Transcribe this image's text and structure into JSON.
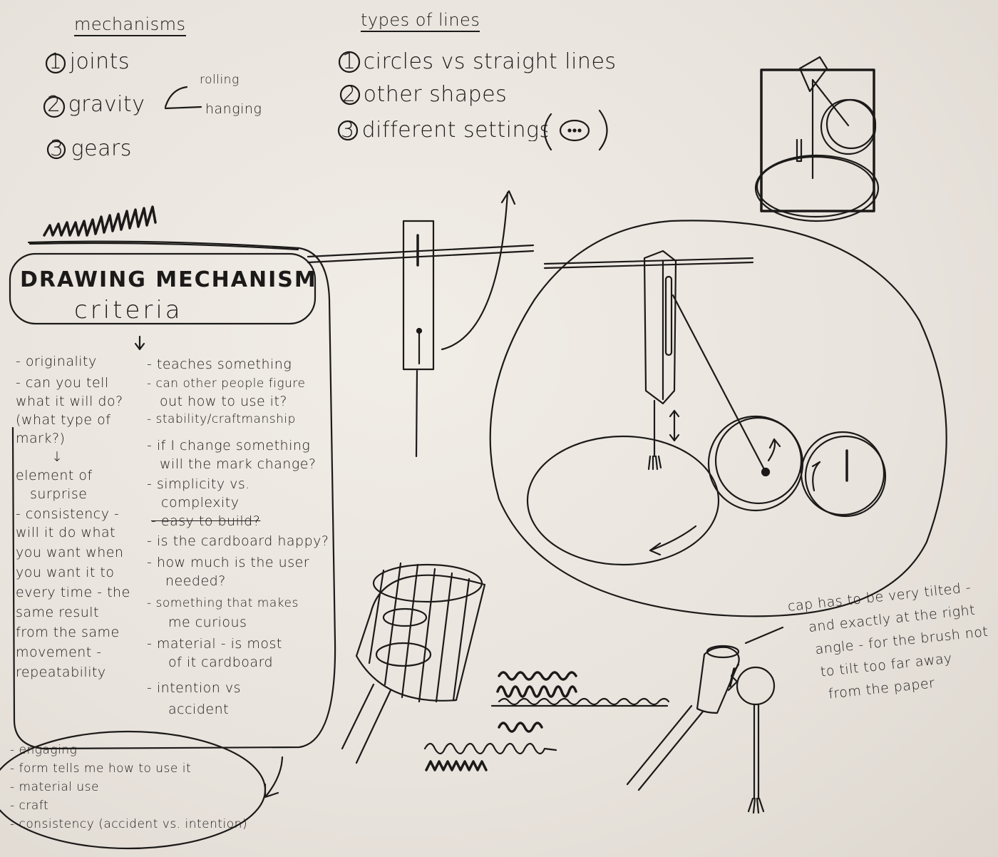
{
  "mechanisms": {
    "title": "mechanisms",
    "items": [
      "1 joints",
      "2 gravity",
      "3 gears"
    ],
    "gravity_branches": [
      "rolling",
      "hanging"
    ]
  },
  "types_of_lines": {
    "title": "types of lines",
    "items": [
      "1 circles vs straight lines",
      "2 other shapes",
      "3 different settings ( (···) )"
    ]
  },
  "criteria_box": {
    "title_line1": "DRAWING MECHANISM",
    "title_line2": "criteria",
    "left_column": [
      "- originality",
      "- can you tell",
      "what it will do?",
      "(what type of",
      "mark?)",
      "↓",
      "element of",
      "surprise",
      "- consistency -",
      "will it do what",
      "you want when",
      "you want it to",
      "every time - the",
      "same result",
      "from the same",
      "movement -",
      "repeatability"
    ],
    "right_column": [
      "- teaches something",
      "- can other people figure",
      "out how to use it?",
      "- stability/craftmanship",
      "- if I change something",
      "will the mark change?",
      "- simplicity vs.",
      "complexity",
      "- easy to build?",
      "- is the cardboard happy?",
      "- how much is the user",
      "needed?",
      "- something that makes",
      "me curious",
      "- material - is most",
      "of it cardboard",
      "- intention vs",
      "accident"
    ]
  },
  "circled_list": [
    "- engaging",
    "- form tells me how to use it",
    "- material use",
    "- craft",
    "- consistency (accident vs. intention)"
  ],
  "annotation": [
    "cap has to be very tilted -",
    "and exactly at the right",
    "angle - for the brush not",
    "to tilt too far away",
    "from the paper"
  ]
}
